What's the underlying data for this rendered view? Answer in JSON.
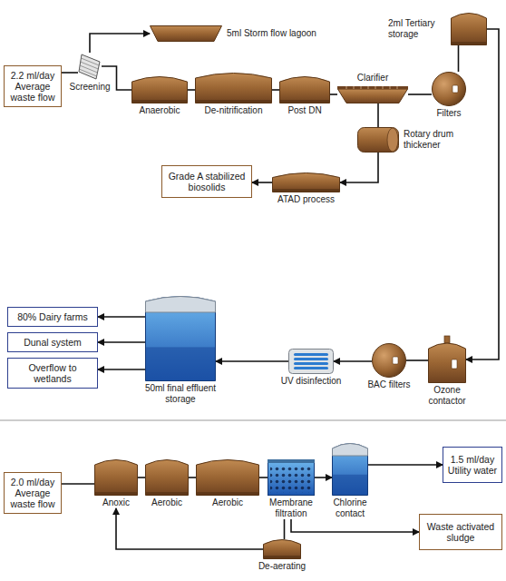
{
  "diagram": {
    "nodes": [
      {
        "text": [
          "2.2 ml/day Average waste flow"
        ]
      },
      {
        "text": [
          "Screening"
        ]
      },
      {
        "text": [
          "5ml Storm flow lagoon"
        ]
      },
      {
        "text": [
          "Anaerobic"
        ]
      },
      {
        "text": [
          "De-nitrification"
        ]
      },
      {
        "text": [
          "Post DN"
        ]
      },
      {
        "text": [
          "Clarifier"
        ]
      },
      {
        "text": [
          "Filters"
        ]
      },
      {
        "text": [
          "2ml Tertiary storage"
        ]
      },
      {
        "text": [
          "Rotary drum thickener"
        ]
      },
      {
        "text": [
          "ATAD process"
        ]
      },
      {
        "text": [
          "Grade A stabilized biosolids"
        ]
      },
      {
        "text": [
          "Ozone contactor"
        ]
      },
      {
        "text": [
          "BAC filters"
        ]
      },
      {
        "text": [
          "UV disinfection"
        ]
      },
      {
        "text": [
          "50ml final effluent storage"
        ]
      },
      {
        "text": [
          "80% Dairy farms"
        ]
      },
      {
        "text": [
          "Dunal system"
        ]
      },
      {
        "text": [
          "Overflow to wetlands"
        ]
      },
      {
        "text": [
          "2.0 ml/day Average waste flow"
        ]
      },
      {
        "text": [
          "Anoxic"
        ]
      },
      {
        "text": [
          "Aerobic"
        ]
      },
      {
        "text": [
          "Aerobic"
        ]
      },
      {
        "text": [
          "Membrane filtration"
        ]
      },
      {
        "text": [
          "Chlorine contact"
        ]
      },
      {
        "text": [
          "1.5 ml/day Utility water"
        ]
      },
      {
        "text": [
          "Waste activated sludge"
        ]
      },
      {
        "text": [
          "De-aerating"
        ]
      }
    ],
    "edges": [
      {
        "from": 0,
        "to": 1,
        "arrow": "none"
      },
      {
        "from": 1,
        "to": 2,
        "arrow": "to"
      },
      {
        "from": 1,
        "to": 3,
        "arrow": "none"
      },
      {
        "from": 3,
        "to": 4,
        "arrow": "none"
      },
      {
        "from": 4,
        "to": 5,
        "arrow": "none"
      },
      {
        "from": 5,
        "to": 6,
        "arrow": "none"
      },
      {
        "from": 6,
        "to": 7,
        "arrow": "none"
      },
      {
        "from": 7,
        "to": 8,
        "arrow": "none"
      },
      {
        "from": 8,
        "to": 12,
        "arrow": "to"
      },
      {
        "from": 6,
        "to": 9,
        "arrow": "none"
      },
      {
        "from": 9,
        "to": 10,
        "arrow": "to"
      },
      {
        "from": 10,
        "to": 11,
        "arrow": "to"
      },
      {
        "from": 12,
        "to": 13,
        "arrow": "none"
      },
      {
        "from": 13,
        "to": 14,
        "arrow": "to"
      },
      {
        "from": 14,
        "to": 15,
        "arrow": "to"
      },
      {
        "from": 15,
        "to": 16,
        "arrow": "to"
      },
      {
        "from": 15,
        "to": 17,
        "arrow": "to"
      },
      {
        "from": 15,
        "to": 18,
        "arrow": "to"
      },
      {
        "from": 19,
        "to": 20,
        "arrow": "none"
      },
      {
        "from": 20,
        "to": 21,
        "arrow": "none"
      },
      {
        "from": 21,
        "to": 22,
        "arrow": "none"
      },
      {
        "from": 22,
        "to": 23,
        "arrow": "none"
      },
      {
        "from": 23,
        "to": 24,
        "arrow": "to"
      },
      {
        "from": 24,
        "to": 25,
        "arrow": "to"
      },
      {
        "from": 23,
        "to": 26,
        "arrow": "to"
      },
      {
        "from": 23,
        "to": 27,
        "arrow": "none"
      },
      {
        "from": 27,
        "to": 20,
        "arrow": "to"
      }
    ]
  }
}
